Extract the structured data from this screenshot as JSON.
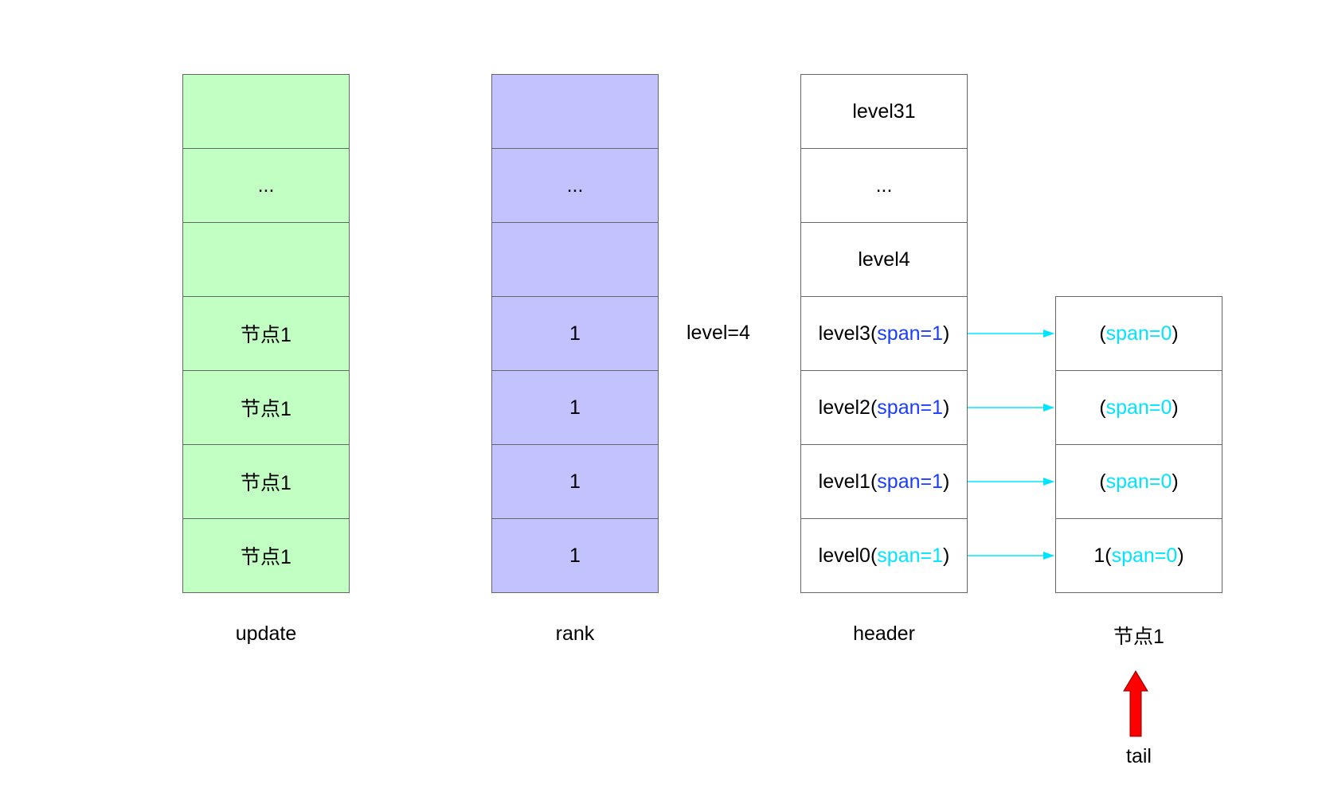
{
  "update": {
    "label": "update",
    "cells": [
      "",
      "...",
      "",
      "节点1",
      "节点1",
      "节点1",
      "节点1"
    ]
  },
  "rank": {
    "label": "rank",
    "cells": [
      "",
      "...",
      "",
      "1",
      "1",
      "1",
      "1"
    ]
  },
  "header": {
    "label": "header",
    "level_count": "level=4",
    "cells": [
      {
        "text": "level31",
        "span": ""
      },
      {
        "text": "...",
        "span": ""
      },
      {
        "text": "level4",
        "span": ""
      },
      {
        "text": "level3(",
        "span": "span=1",
        "close": ")",
        "span_color": "#1a3cff"
      },
      {
        "text": "level2(",
        "span": "span=1",
        "close": ")",
        "span_color": "#1a3cff"
      },
      {
        "text": "level1(",
        "span": "span=1",
        "close": ")",
        "span_color": "#1a3cff"
      },
      {
        "text": "level0(",
        "span": "span=1",
        "close": ")",
        "span_color": "#00e5ff"
      }
    ]
  },
  "node": {
    "label": "节点1",
    "cells": [
      {
        "text": "(",
        "span": "span=0",
        "close": ")"
      },
      {
        "text": "(",
        "span": "span=0",
        "close": ")"
      },
      {
        "text": "(",
        "span": "span=0",
        "close": ")"
      },
      {
        "text": "1(",
        "span": "span=0",
        "close": ")"
      }
    ]
  },
  "tail": {
    "label": "tail"
  },
  "colors": {
    "update_fill": "#c2ffc2",
    "rank_fill": "#c2c2ff",
    "header_fill": "#ffffff",
    "node_fill": "#ffffff",
    "link_arrow": "#00e5ff",
    "tail_arrow": "#ff0000",
    "span_dark": "#1a3cff",
    "span_light": "#00e5ff"
  }
}
